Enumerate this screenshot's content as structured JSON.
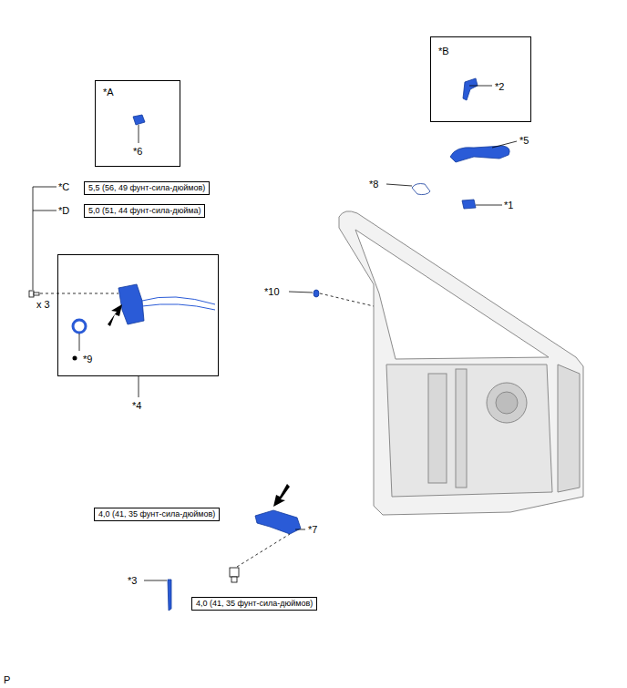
{
  "diagram": {
    "nodes": [
      {
        "text": [
          "*B",
          "*2"
        ]
      },
      {
        "text": [
          "*A",
          "*6"
        ]
      },
      {
        "text": [
          "5,5 (56, 49 фунт-сила-дюймов)"
        ]
      },
      {
        "text": [
          "5,0 (51, 44 фунт-сила-дюйма)"
        ]
      },
      {
        "text": [
          "*9"
        ]
      },
      {
        "text": [
          "4,0 (41, 35 фунт-сила-дюймов)"
        ]
      },
      {
        "text": [
          "4,0 (41, 35 фунт-сила-дюймов)"
        ]
      }
    ],
    "labels": [
      "*5",
      "*8",
      "*1",
      "*C",
      "*D",
      "*10",
      "x 3",
      "*4",
      "*7",
      "*3",
      "P"
    ]
  }
}
